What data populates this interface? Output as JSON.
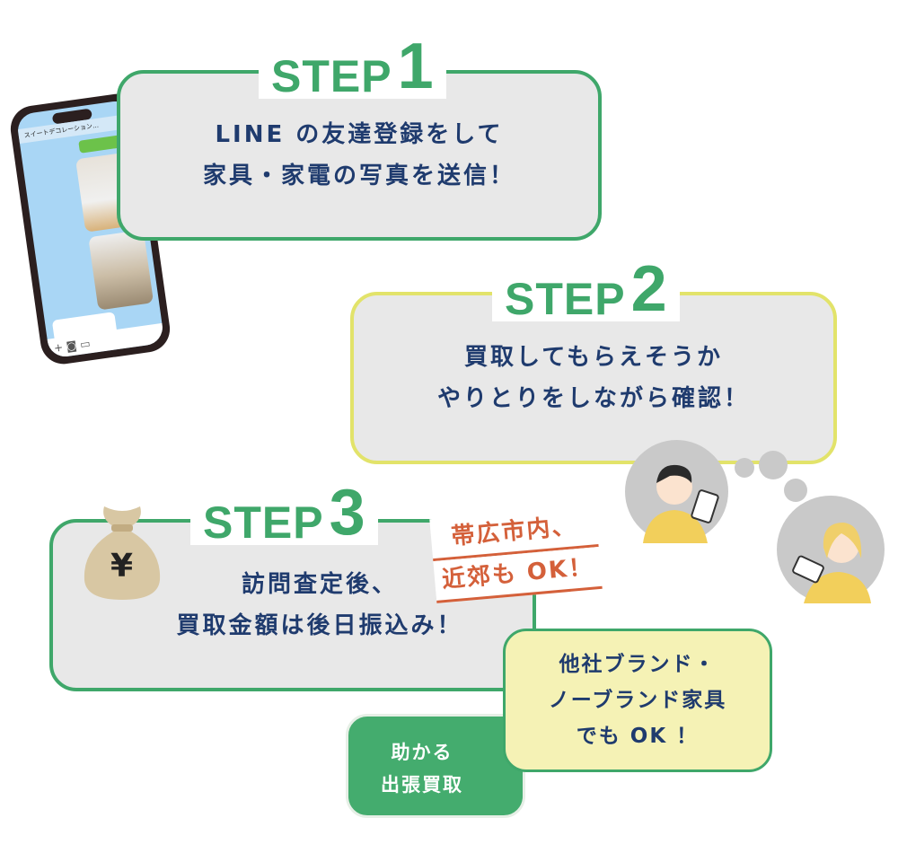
{
  "steps": [
    {
      "word": "STEP",
      "num": "1",
      "lines": [
        "LINE の友達登録をして",
        "家具・家電の写真を送信！"
      ]
    },
    {
      "word": "STEP",
      "num": "2",
      "lines": [
        "買取してもらえそうか",
        "やりとりをしながら確認！"
      ]
    },
    {
      "word": "STEP",
      "num": "3",
      "lines": [
        "訪問査定後、",
        "買取金額は後日振込み！"
      ]
    }
  ],
  "phone": {
    "chat_title": "スイートデコレーション…"
  },
  "money_bag": {
    "symbol": "¥"
  },
  "sticker": [
    "帯広市内、",
    "近郊も OK！"
  ],
  "brand_box": [
    "他社ブランド・",
    "ノーブランド家具",
    "でも OK ！"
  ],
  "badge": [
    "助かる",
    "出張買取"
  ],
  "colors": {
    "green": "#3fa76a",
    "yellow": "#e2e36a",
    "navy": "#1f3b6e",
    "red": "#d4603a"
  }
}
